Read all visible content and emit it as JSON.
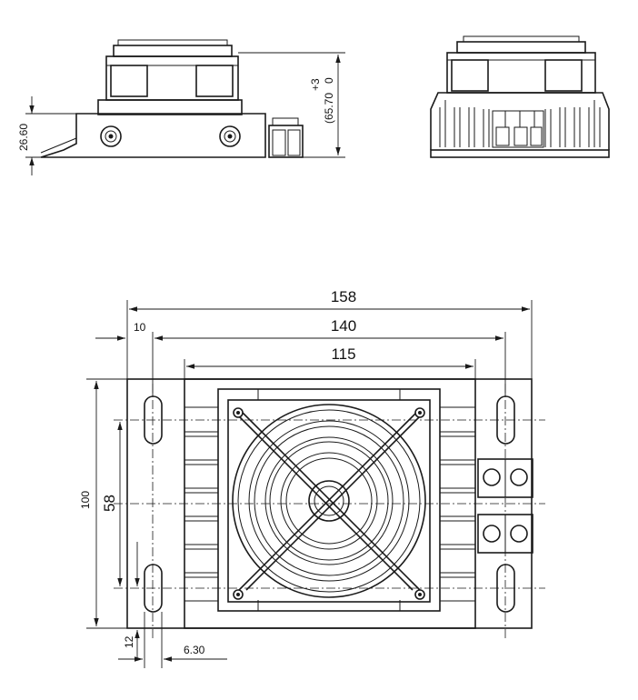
{
  "side_view": {
    "height_label": "26.60",
    "total_height_label": "65.70",
    "tolerance_upper": "+3",
    "tolerance_lower": "0"
  },
  "top_view": {
    "overall_width": "158",
    "hole_spacing_width": "140",
    "heatsink_width": "115",
    "edge_offset": "10",
    "overall_height": "100",
    "hole_spacing_height": "58",
    "slot_offset": "12",
    "slot_width": "6.30"
  }
}
